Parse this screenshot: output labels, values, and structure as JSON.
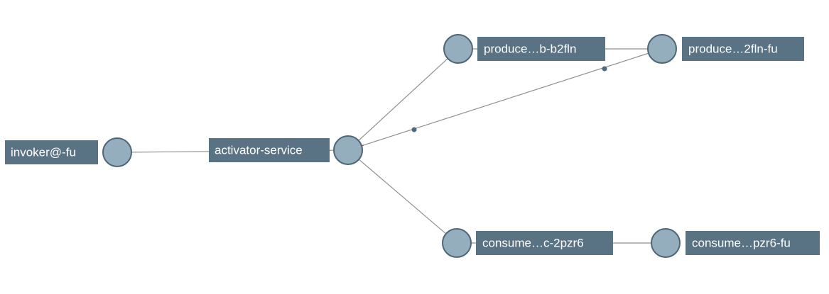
{
  "diagram": {
    "nodes": [
      {
        "id": "invoker",
        "label": "invoker@-fu"
      },
      {
        "id": "activator",
        "label": "activator-service"
      },
      {
        "id": "producer1",
        "label": "produce…b-b2fln"
      },
      {
        "id": "producer2",
        "label": "produce…2fln-fu"
      },
      {
        "id": "consumer1",
        "label": "consume…c-2pzr6"
      },
      {
        "id": "consumer2",
        "label": "consume…pzr6-fu"
      }
    ],
    "edges": [
      {
        "from": "invoker",
        "to": "activator"
      },
      {
        "from": "activator",
        "to": "producer1"
      },
      {
        "from": "activator",
        "to": "producer2"
      },
      {
        "from": "activator",
        "to": "consumer1"
      },
      {
        "from": "producer1",
        "to": "producer2"
      },
      {
        "from": "consumer1",
        "to": "consumer2"
      }
    ],
    "colors": {
      "node_fill": "#95aebd",
      "node_stroke": "#4e6678",
      "label_bg": "#5a7384",
      "label_text": "#ffffff",
      "edge": "#8f8f8f"
    }
  }
}
